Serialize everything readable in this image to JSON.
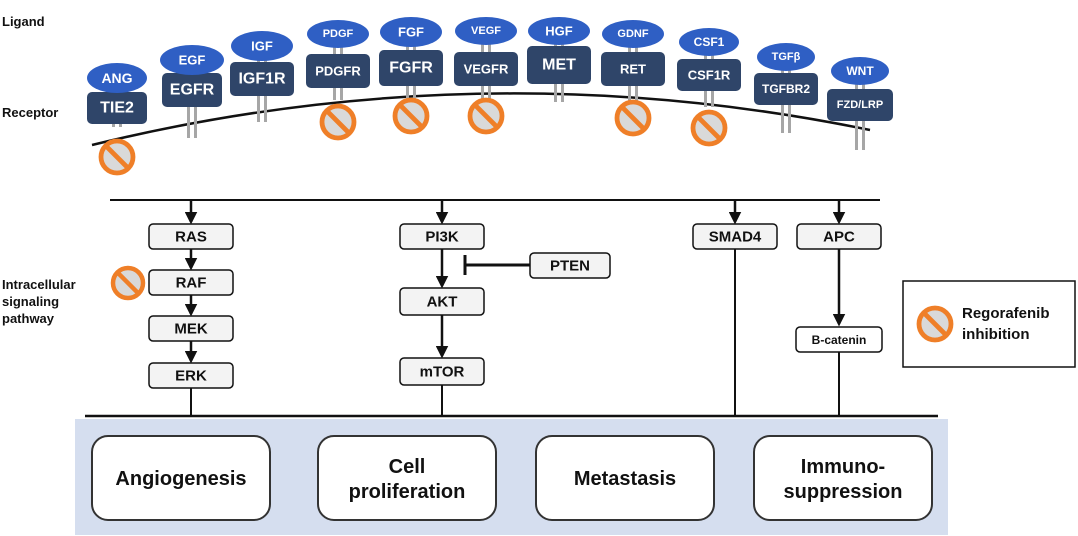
{
  "labels": {
    "ligand": "Ligand",
    "receptor": "Receptor",
    "pathway": [
      "Intracellular",
      "signaling",
      "pathway"
    ]
  },
  "pairs": [
    {
      "ligand": "ANG",
      "receptor": "TIE2",
      "inhibited": true
    },
    {
      "ligand": "EGF",
      "receptor": "EGFR",
      "inhibited": false
    },
    {
      "ligand": "IGF",
      "receptor": "IGF1R",
      "inhibited": false
    },
    {
      "ligand": "PDGF",
      "receptor": "PDGFR",
      "inhibited": true
    },
    {
      "ligand": "FGF",
      "receptor": "FGFR",
      "inhibited": true
    },
    {
      "ligand": "VEGF",
      "receptor": "VEGFR",
      "inhibited": true
    },
    {
      "ligand": "HGF",
      "receptor": "MET",
      "inhibited": false
    },
    {
      "ligand": "GDNF",
      "receptor": "RET",
      "inhibited": true
    },
    {
      "ligand": "CSF1",
      "receptor": "CSF1R",
      "inhibited": true
    },
    {
      "ligand": "TGFβ",
      "receptor": "TGFBR2",
      "inhibited": false
    },
    {
      "ligand": "WNT",
      "receptor": "FZD/LRP",
      "inhibited": false
    }
  ],
  "pathways": {
    "ras": [
      "RAS",
      "RAF",
      "MEK",
      "ERK"
    ],
    "pi3k": [
      "PI3K",
      "AKT",
      "mTOR"
    ],
    "pten": "PTEN",
    "smad": "SMAD4",
    "apc": [
      "APC",
      "Β-catenin"
    ],
    "raf_inhibited": true
  },
  "legend": {
    "line1": "Regorafenib",
    "line2": "inhibition"
  },
  "outcomes": [
    {
      "lines": [
        "Angiogenesis"
      ]
    },
    {
      "lines": [
        "Cell",
        "proliferation"
      ]
    },
    {
      "lines": [
        "Metastasis"
      ]
    },
    {
      "lines": [
        "Immuno-",
        "suppression"
      ]
    }
  ],
  "colors": {
    "ligand_fill": "#2f5fc4",
    "receptor_fill": "#2f4569",
    "stalk": "#a6a6a6",
    "inhibit_ring": "#ef7f28",
    "inhibit_inner": "#d9d9d9",
    "node_fill": "#f3f3f3",
    "outcome_band": "#d5deef",
    "line": "#111111"
  }
}
